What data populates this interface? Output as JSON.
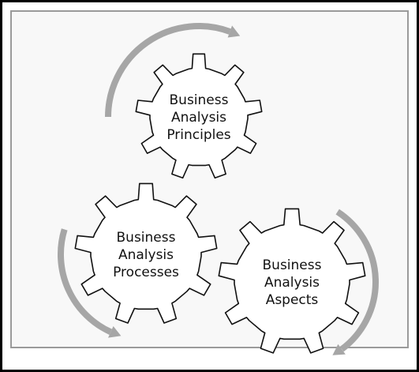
{
  "colors": {
    "background": "#f8f8f8",
    "frame_outer": "#000000",
    "frame_inner": "#9a9a9a",
    "gear_fill": "#ffffff",
    "gear_stroke": "#111111",
    "arrow": "#a6a6a6"
  },
  "gears": [
    {
      "id": "principles",
      "icon": "gear-icon",
      "lines": [
        "Business",
        "Analysis",
        "Principles"
      ]
    },
    {
      "id": "processes",
      "icon": "gear-icon",
      "lines": [
        "Business",
        "Analysis",
        "Processes"
      ]
    },
    {
      "id": "aspects",
      "icon": "gear-icon",
      "lines": [
        "Business",
        "Analysis",
        "Aspects"
      ]
    }
  ],
  "arrows": [
    {
      "id": "principles-cycle-arrow",
      "icon": "curved-arrow-icon"
    },
    {
      "id": "processes-cycle-arrow",
      "icon": "curved-arrow-icon"
    },
    {
      "id": "aspects-cycle-arrow",
      "icon": "curved-arrow-icon"
    }
  ]
}
